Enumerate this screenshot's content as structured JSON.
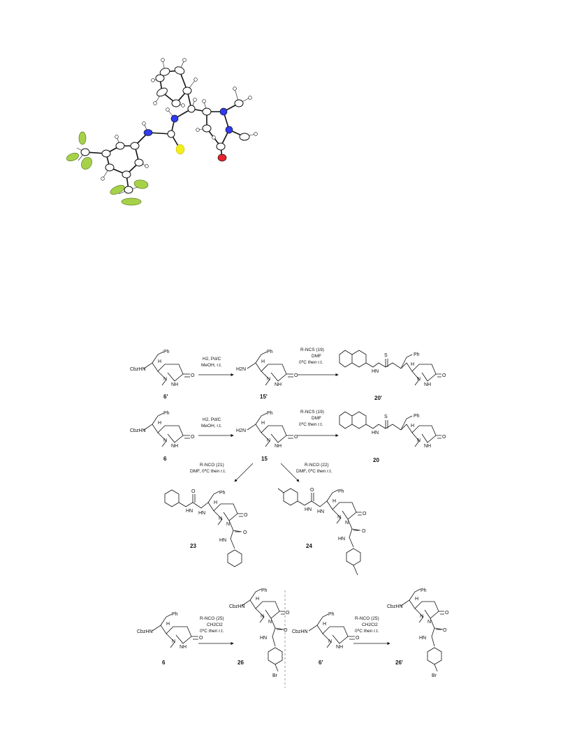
{
  "colors": {
    "nitrogen": "#2f3cf0",
    "oxygen": "#e8242a",
    "sulfur": "#f2ee1a",
    "fluorine": "#a6d24a",
    "carbon": "#ffffff"
  },
  "atom_labels": {
    "cbzhn": "CbzHN",
    "h2n": "H2N",
    "ph": "Ph",
    "h": "H",
    "n": "N",
    "nh": "NH",
    "o": "O",
    "s": "S",
    "br": "Br",
    "hn": "HN",
    "hn2": "HN"
  },
  "compounds": {
    "c6p": "6'",
    "c15p": "15'",
    "c20p": "20'",
    "c6": "6",
    "c15": "15",
    "c20": "20",
    "c23": "23",
    "c24": "24",
    "c6b": "6",
    "c26": "26",
    "c6pb": "6'",
    "c26p": "26'"
  },
  "conditions": {
    "h2_l1": "H2, Pd/C",
    "h2_l2": "MeOH, r.t.",
    "ncs19_l1": "R-NCS (19)",
    "ncs19_l2": "DMF",
    "ncs19_l3": "0⁰C then r.t.",
    "nco21_l1": "R-NCO (21)",
    "nco21_l2": "DMF, 0⁰C then r.t.",
    "nco22_l1": "R-NCO (22)",
    "nco22_l2": "DMF, 0⁰C then r.t.",
    "nco25_l1": "R-NCO (25)",
    "nco25_l2": "CH2Cl2",
    "nco25_l3": "0⁰C then r.t."
  }
}
